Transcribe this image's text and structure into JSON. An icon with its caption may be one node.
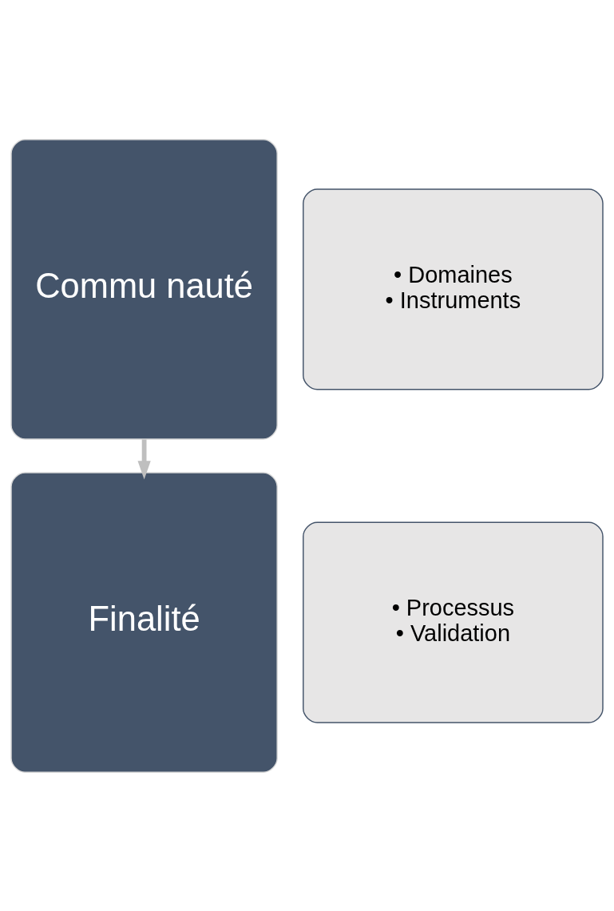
{
  "diagram": {
    "nodes": [
      {
        "text": [
          "Commu nauté"
        ]
      },
      {
        "text": [
          "• Domaines",
          "• Instruments"
        ]
      },
      {
        "text": [
          "Finalité"
        ]
      },
      {
        "text": [
          "• Processus",
          "• Validation"
        ]
      }
    ],
    "edges": [
      {
        "from": 0,
        "to": 2,
        "arrow": "to"
      }
    ]
  }
}
